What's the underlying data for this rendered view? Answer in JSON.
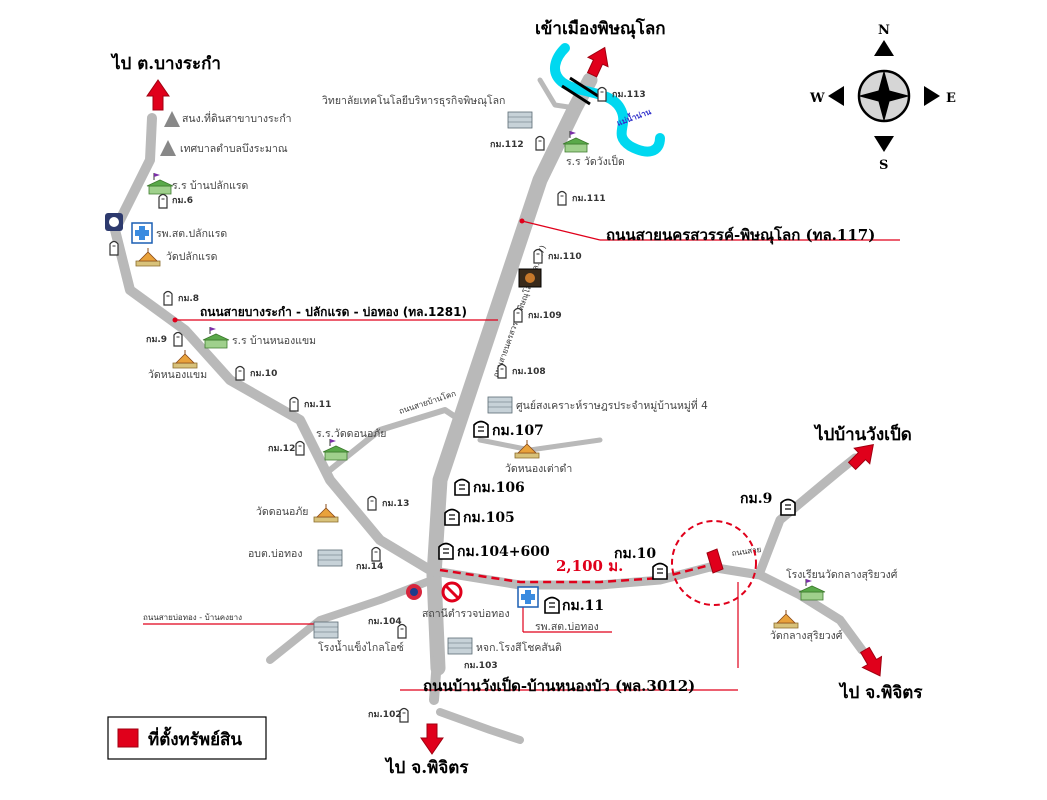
{
  "destinations": {
    "north": "เข้าเมืองพิษณุโลก",
    "northwest": "ไป ต.บางระกำ",
    "east": "ไปบ้านวังเป็ด",
    "southeast": "ไป จ.พิจิตร",
    "south": "ไป จ.พิจิตร"
  },
  "roads": {
    "highway117": "ถนนสายนครสวรรค์-พิษณุโลก (ทล.117)",
    "highway117_vertical": "ถนนสายนครสวรรค์-พิษณุโลก (ทล.117)",
    "road1281": "ถนนสายบางระกำ - ปลักแรด - บ่อทอง (ทล.1281)",
    "road3012": "ถนนบ้านวังเป็ด-บ้านหนองบัว (พล.3012)",
    "road_botong": "ถนนสายบ่อทอง - บ้านคงยาง",
    "side_road": "ถนนสายบ้านโคก",
    "east_road": "ถนนสาย"
  },
  "river_label": "แม่น้ำน่าน",
  "compass": {
    "n": "N",
    "s": "S",
    "e": "E",
    "w": "W"
  },
  "distance": "2,100 ม.",
  "pois": {
    "college": "วิทยาลัยเทคโนโลยีบริหารธุรกิจพิษณุโลก",
    "school_wangped": "ร.ร วัดวังเป็ด",
    "nso": "สนง.ที่ดินสาขาบางระกำ",
    "municipality": "เทศบาลตำบลบึงระมาณ",
    "school_plakraet": "ร.ร บ้านปลักแรด",
    "hospital_plakraet": "รพ.สต.ปลักแรด",
    "wat_plakraet": "วัดปลักแรด",
    "school_nongkhaem": "ร.ร บ้านหนองแขม",
    "wat_nongkhaem": "วัดหนองแขม",
    "school_donaphai": "ร.ร.วัดดอนอภัย",
    "wat_donaphai": "วัดดอนอภัย",
    "obt_botong": "อบต.บ่อทอง",
    "ice_factory": "โรงน้ำแข็งไกลโอซ์",
    "center": "ศูนย์สงเคราะห์ราษฎรประจำหมู่บ้านหมู่ที่ 4",
    "wat_nongtaodam": "วัดหนองเต่าดำ",
    "police": "สถานีตำรวจบ่อทอง",
    "hospital_botong": "รพ.สต.บ่อทอง",
    "rice_mill": "หจก.โรงสีโชคสันติ",
    "school_klang": "โรงเรียนวัดกลางสุริยวงศ์",
    "wat_klang": "วัดกลางสุริยวงศ์"
  },
  "km_markers": {
    "k113": "กม.113",
    "k112": "กม.112",
    "k111": "กม.111",
    "k110": "กม.110",
    "k109": "กม.109",
    "k108": "กม.108",
    "k107": "กม.107",
    "k106": "กม.106",
    "k105": "กม.105",
    "k104_600": "กม.104+600",
    "k104": "กม.104",
    "k103": "กม.103",
    "k102": "กม.102",
    "k6": "กม.6",
    "k8": "กม.8",
    "k9w": "กม.9",
    "k10w": "กม.10",
    "k11w": "กม.11",
    "k12": "กม.12",
    "k13": "กม.13",
    "k14": "กม.14",
    "k9e": "กม.9",
    "k10e": "กม.10",
    "k11e": "กม.11"
  },
  "legend": {
    "label": "ที่ตั้งทรัพย์สิน"
  },
  "colors": {
    "road": "#b9b9b9",
    "accent": "#e0001b",
    "river": "#00d8f0",
    "line": "#e0001b"
  },
  "icons": {
    "arrow": "red-arrow-icon",
    "km_post": "km-post-icon",
    "temple": "temple-icon",
    "school": "school-icon",
    "hospital": "hospital-cross-icon",
    "building": "building-icon",
    "property": "property-marker-icon"
  }
}
